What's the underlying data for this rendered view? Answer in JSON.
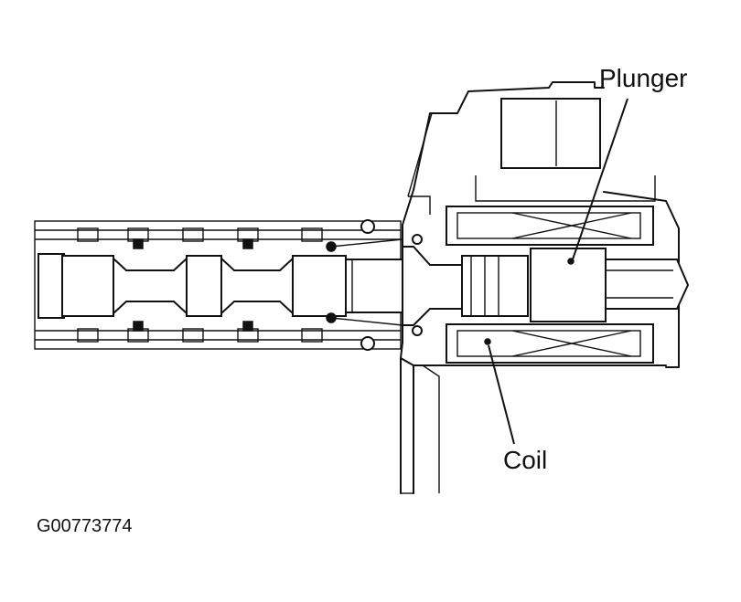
{
  "labels": {
    "plunger": "Plunger",
    "coil": "Coil"
  },
  "figure_code": "G00773774",
  "colors": {
    "line": "#111111",
    "background": "#ffffff"
  }
}
